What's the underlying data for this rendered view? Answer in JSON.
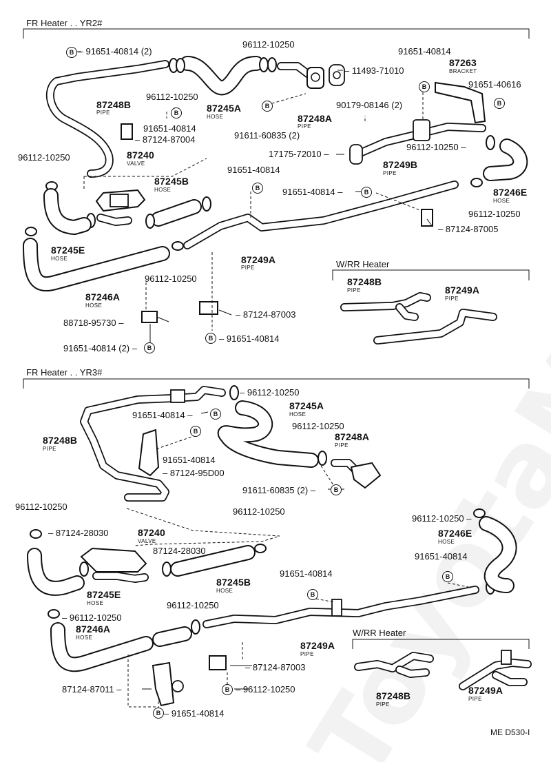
{
  "watermark": "ToyotaManual",
  "figure_code": "ME D530-I",
  "section_yr2": {
    "title": "FR Heater . . YR2#",
    "rr_title": "W/RR Heater",
    "labels": {
      "a": "91651-40814 (2)",
      "b": "96112-10250",
      "c": "11493-71010",
      "d": "91651-40814",
      "e": "87263",
      "e_sub": "BRACKET",
      "f": "91651-40616",
      "g": "87248B",
      "g_sub": "PIPE",
      "h": "96112-10250",
      "i": "87245A",
      "i_sub": "HOSE",
      "j": "87248A",
      "j_sub": "PIPE",
      "k": "90179-08146 (2)",
      "l": "91651-40814",
      "m": "87124-87004",
      "n": "91611-60835 (2)",
      "o": "96112-10250",
      "p": "17175-72010",
      "q": "87249B",
      "q_sub": "PIPE",
      "r": "87240",
      "r_sub": "VALVE",
      "s": "91651-40814",
      "t": "87245B",
      "t_sub": "HOSE",
      "u": "91651-40814",
      "v": "87246E",
      "v_sub": "HOSE",
      "w": "96112-10250",
      "x": "96112-10250",
      "y": "87124-87005",
      "z": "87245E",
      "z_sub": "HOSE",
      "aa": "87249A",
      "aa_sub": "PIPE",
      "ab": "96112-10250",
      "ac": "87246A",
      "ac_sub": "HOSE",
      "ad": "88718-95730",
      "ae": "87124-87003",
      "af": "91651-40814 (2)",
      "ag": "91651-40814",
      "rr_g": "87248B",
      "rr_g_sub": "PIPE",
      "rr_aa": "87249A",
      "rr_aa_sub": "PIPE"
    }
  },
  "section_yr3": {
    "title": "FR Heater . . YR3#",
    "rr_title": "W/RR Heater",
    "labels": {
      "a": "96112-10250",
      "b": "87245A",
      "b_sub": "HOSE",
      "c": "91651-40814",
      "d": "87248B",
      "d_sub": "PIPE",
      "e": "96112-10250",
      "f": "87248A",
      "f_sub": "PIPE",
      "g": "91651-40814",
      "h": "87124-95D00",
      "i": "91611-60835 (2)",
      "j": "96112-10250",
      "k": "96112-10250",
      "l": "87124-28030",
      "m": "87240",
      "m_sub": "VALVE",
      "n": "87124-28030",
      "o": "96112-10250",
      "p": "87246E",
      "p_sub": "HOSE",
      "q": "91651-40814",
      "r": "87245B",
      "r_sub": "HOSE",
      "s": "91651-40814",
      "t": "87245E",
      "t_sub": "HOSE",
      "u": "96112-10250",
      "v": "96112-10250",
      "w": "87246A",
      "w_sub": "HOSE",
      "x": "87249A",
      "x_sub": "PIPE",
      "y": "87124-87003",
      "z": "87124-87011",
      "aa": "96112-10250",
      "ab": "91651-40814",
      "rr_d": "87248B",
      "rr_d_sub": "PIPE",
      "rr_x": "87249A",
      "rr_x_sub": "PIPE"
    }
  },
  "bolt_symbol": "B"
}
